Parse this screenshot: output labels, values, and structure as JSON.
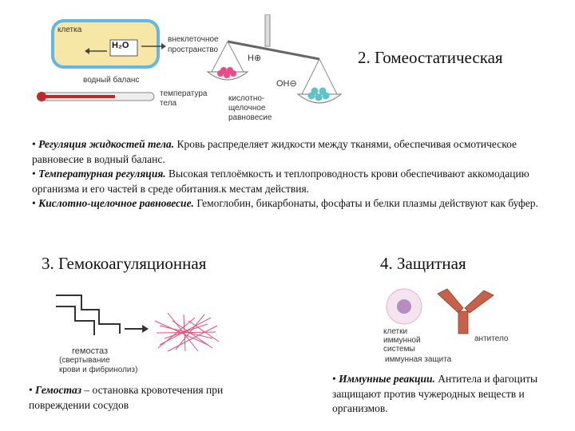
{
  "section2": {
    "title": "2. Гомеостатическая",
    "diagram": {
      "cell_label": "клетка",
      "water_label": "H₂O",
      "extracellular_label_1": "внеклеточное",
      "extracellular_label_2": "пространство",
      "water_balance_label": "водный баланс",
      "temp_label_1": "темпера­тура",
      "temp_label_2": "тела",
      "acid_label_1": "кислотно-",
      "acid_label_2": "щелочное",
      "acid_label_3": "равновесие",
      "h_ion": "H⊕",
      "oh_ion": "OH⊖"
    },
    "bullets": [
      {
        "term": "Регуляция жидкостей тела.",
        "text": " Кровь распределяет жидкости между тканями, обеспечивая осмотическое равновесие в водный баланс."
      },
      {
        "term": "Температурная регуляция.",
        "text": " Высокая теплоёмкость и теплопроводность крови обеспечивают аккомодацию организма и его частей в среде обитания.к местам действия."
      },
      {
        "term": "Кислотно-щелочное равновесие.",
        "text": " Гемоглобин, бикарбонаты, фосфаты и белки плазмы действуют как буфер."
      }
    ]
  },
  "section3": {
    "title": "3. Гемокоагуляционная",
    "diagram": {
      "label_1": "гемостаз",
      "label_2": "(свертывание",
      "label_3": "крови и фибринолиз)"
    },
    "bullet": {
      "term": "Гемостаз",
      "text": " – остановка кровотечения при повреждении сосудов"
    }
  },
  "section4": {
    "title": "4. Защитная",
    "diagram": {
      "cells_label_1": "клетки",
      "cells_label_2": "иммунной",
      "cells_label_3": "системы",
      "antibody_label": "антитело",
      "caption": "иммунная защита"
    },
    "bullet": {
      "term": "Иммунные реакции.",
      "text": " Антитела и фагоциты защищают против чужеродных веществ и организмов."
    }
  },
  "colors": {
    "accent_blue": "#2b7fb8",
    "cell_yellow": "#f6e7a6",
    "cell_border": "#64b7e4",
    "pink_drops": "#e84a8a",
    "teal_drops": "#5bc4c9",
    "mercury_red": "#c0282b",
    "fibrin_pink": "#e0507a",
    "antibody_orange": "#c8614a"
  }
}
